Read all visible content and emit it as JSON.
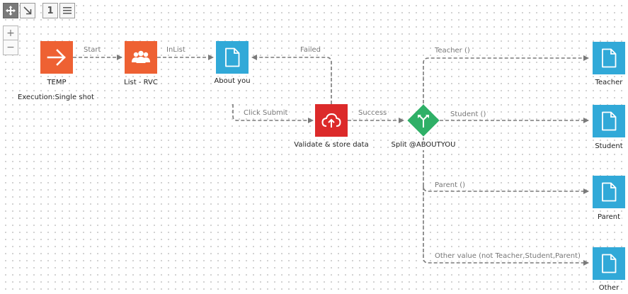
{
  "toolbar": {
    "move_icon": "move-arrows-icon",
    "resize_icon": "diagonal-arrow-icon",
    "number_label": "1",
    "menu_icon": "hamburger-menu-icon"
  },
  "zoom": {
    "in_label": "+",
    "out_label": "−"
  },
  "colors": {
    "trigger": "#ee6133",
    "list": "#ee6133",
    "form": "#31a9d8",
    "validate": "#dc2a2a",
    "split": "#2fb067",
    "edge": "#7a7a7a"
  },
  "nodes": {
    "temp": {
      "label": "TEMP",
      "note": "Execution:Single shot",
      "icon": "arrow-right-icon"
    },
    "list": {
      "label": "List - RVC",
      "icon": "users-icon"
    },
    "about": {
      "label": "About you",
      "icon": "document-icon"
    },
    "validate": {
      "label": "Validate & store data",
      "icon": "cloud-upload-icon"
    },
    "split": {
      "label": "Split @ABOUTYOU",
      "icon": "split-arrows-icon"
    },
    "teacher": {
      "label": "Teacher",
      "icon": "document-icon"
    },
    "student": {
      "label": "Student",
      "icon": "document-icon"
    },
    "parent": {
      "label": "Parent",
      "icon": "document-icon"
    },
    "other": {
      "label": "Other",
      "icon": "document-icon"
    }
  },
  "edges": {
    "start": "Start",
    "inlist": "InList",
    "failed": "Failed",
    "click_submit": "Click Submit",
    "success": "Success",
    "teacher": "Teacher ()",
    "student": "Student ()",
    "parent": "Parent ()",
    "other": "Other value (not Teacher,Student,Parent)"
  }
}
